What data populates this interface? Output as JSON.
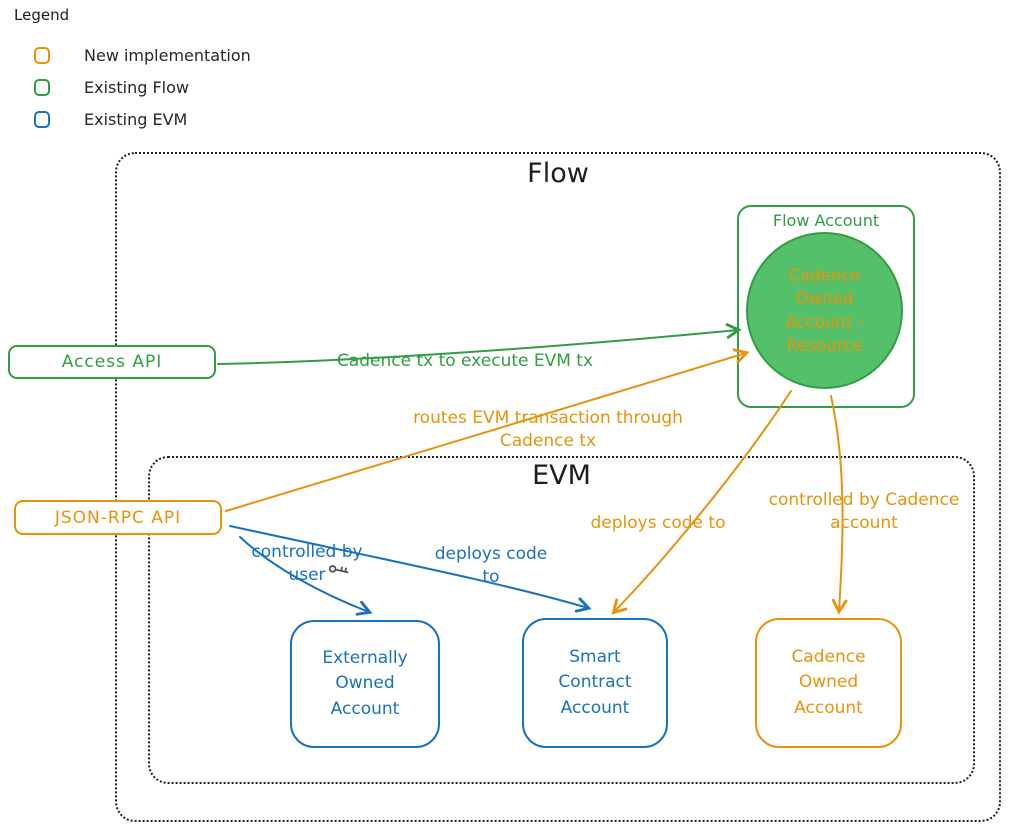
{
  "colors": {
    "orange": "#e8930c",
    "green": "#2f9e44",
    "green_fill": "#54c06a",
    "blue": "#1971c2",
    "ink": "#1e1e1e"
  },
  "legend": {
    "title": "Legend",
    "items": [
      {
        "label": "New implementation",
        "color": "#e8930c"
      },
      {
        "label": "Existing Flow",
        "color": "#2f9e44"
      },
      {
        "label": "Existing EVM",
        "color": "#1971c2"
      }
    ]
  },
  "containers": {
    "flow": {
      "label": "Flow"
    },
    "evm": {
      "label": "EVM"
    }
  },
  "nodes": {
    "flow_account": {
      "label": "Flow Account"
    },
    "cadence_owned_account_resource": {
      "label": "Cadence\nOwned\nAccount -\nResource"
    },
    "access_api": {
      "label": "Access API"
    },
    "json_rpc_api": {
      "label": "JSON-RPC API"
    },
    "externally_owned_account": {
      "label": "Externally\nOwned\nAccount"
    },
    "smart_contract_account": {
      "label": "Smart\nContract\nAccount"
    },
    "cadence_owned_account": {
      "label": "Cadence\nOwned\nAccount"
    }
  },
  "edges": {
    "cadence_tx": {
      "label": "Cadence tx to execute EVM tx",
      "from": "Access API",
      "to": "Cadence Owned Account - Resource"
    },
    "routes_evm": {
      "label": "routes EVM transaction through\nCadence tx",
      "from": "JSON-RPC API",
      "to": "Cadence Owned Account - Resource"
    },
    "controlled_by_user": {
      "label": "controlled by\nuser",
      "icon": "key-icon",
      "from": "JSON-RPC API",
      "to": "Externally Owned Account"
    },
    "deploys_code_user": {
      "label": "deploys code to",
      "from": "JSON-RPC API",
      "to": "Smart Contract Account"
    },
    "deploys_code_coa": {
      "label": "deploys code to",
      "from": "Cadence Owned Account - Resource",
      "to": "Smart Contract Account"
    },
    "controlled_by_cadence": {
      "label": "controlled by Cadence\naccount",
      "from": "Cadence Owned Account - Resource",
      "to": "Cadence Owned Account"
    }
  }
}
